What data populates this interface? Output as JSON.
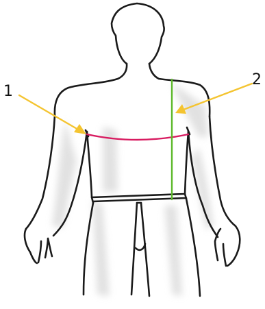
{
  "callouts": [
    {
      "number": "1",
      "measurement": "chest",
      "line_color": "#d81b60",
      "arrow_color": "#f4c430"
    },
    {
      "number": "2",
      "measurement": "torso length",
      "line_color": "#5cb82a",
      "arrow_color": "#f4c430"
    }
  ],
  "figure": {
    "outline_color": "#1a1a1a",
    "shadow_color": "#d8d8d8"
  }
}
